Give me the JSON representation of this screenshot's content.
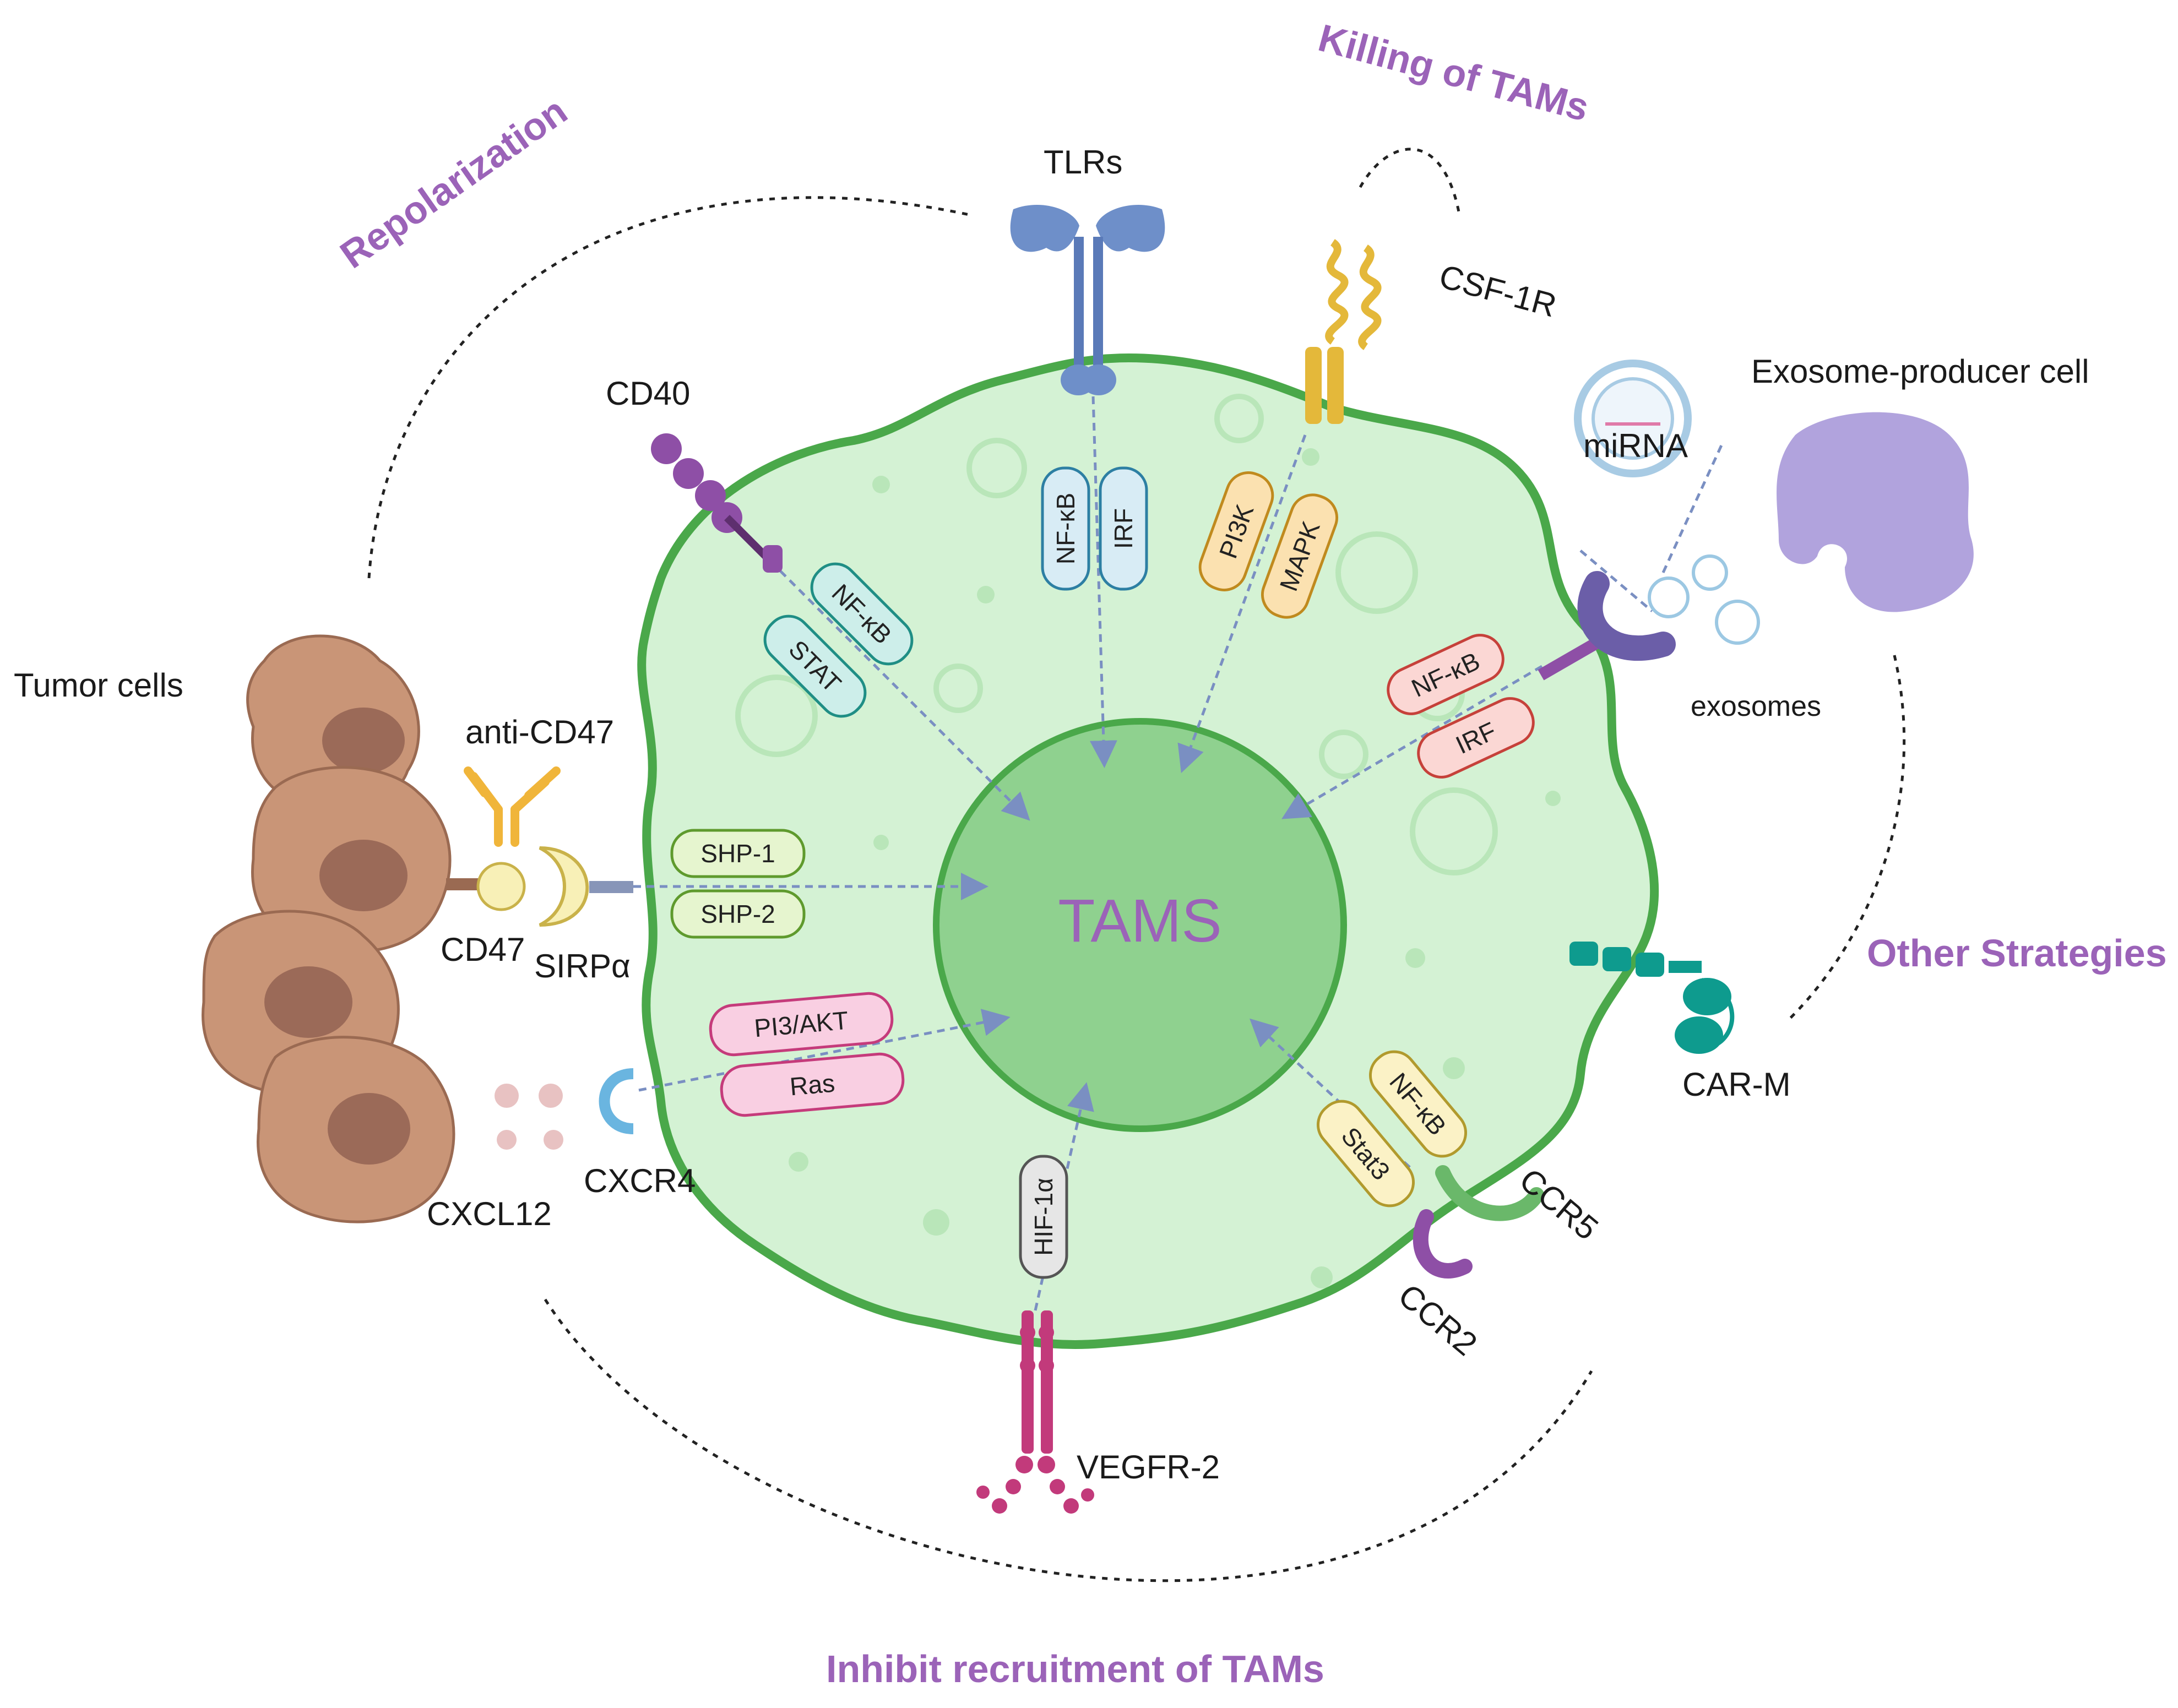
{
  "strategies": {
    "repolarization": "Repolarization",
    "killing": "Killing of TAMs",
    "other": "Other Strategies",
    "inhibit": "Inhibit recruitment of TAMs"
  },
  "center": {
    "label": "TAMS"
  },
  "receptors": {
    "tlrs": "TLRs",
    "csf1r": "CSF-1R",
    "cd40": "CD40",
    "anti_cd47": "anti-CD47",
    "cd47": "CD47",
    "sirpa": "SIRPα",
    "cxcl12": "CXCL12",
    "cxcr4": "CXCR4",
    "vegfr2": "VEGFR-2",
    "ccr5": "CCR5",
    "ccr2": "CCR2",
    "car_m": "CAR-M",
    "mirna": "miRNA",
    "exosomes": "exosomes",
    "exosome_producer": "Exosome-producer cell",
    "tumor_cells": "Tumor cells"
  },
  "pathways": {
    "tlr_nfkb": "NF-κB",
    "tlr_irf": "IRF",
    "csf_pi3k": "PI3K",
    "csf_mapk": "MAPK",
    "cd40_nfkb": "NF-κB",
    "cd40_stat": "STAT",
    "shp1": "SHP-1",
    "shp2": "SHP-2",
    "pi3_akt": "PI3/AKT",
    "ras": "Ras",
    "hif1a": "HIF-1α",
    "ccr_nfkb": "NF-κB",
    "stat3": "Stat3",
    "exo_nfkb": "NF-κB",
    "exo_irf": "IRF"
  },
  "colors": {
    "cell_fill": "#d4f2d4",
    "cell_border": "#4aa84a",
    "nucleus_fill": "#8fd18f",
    "strategy_text": "#9b63b8",
    "arrow": "#7a8fc2"
  }
}
